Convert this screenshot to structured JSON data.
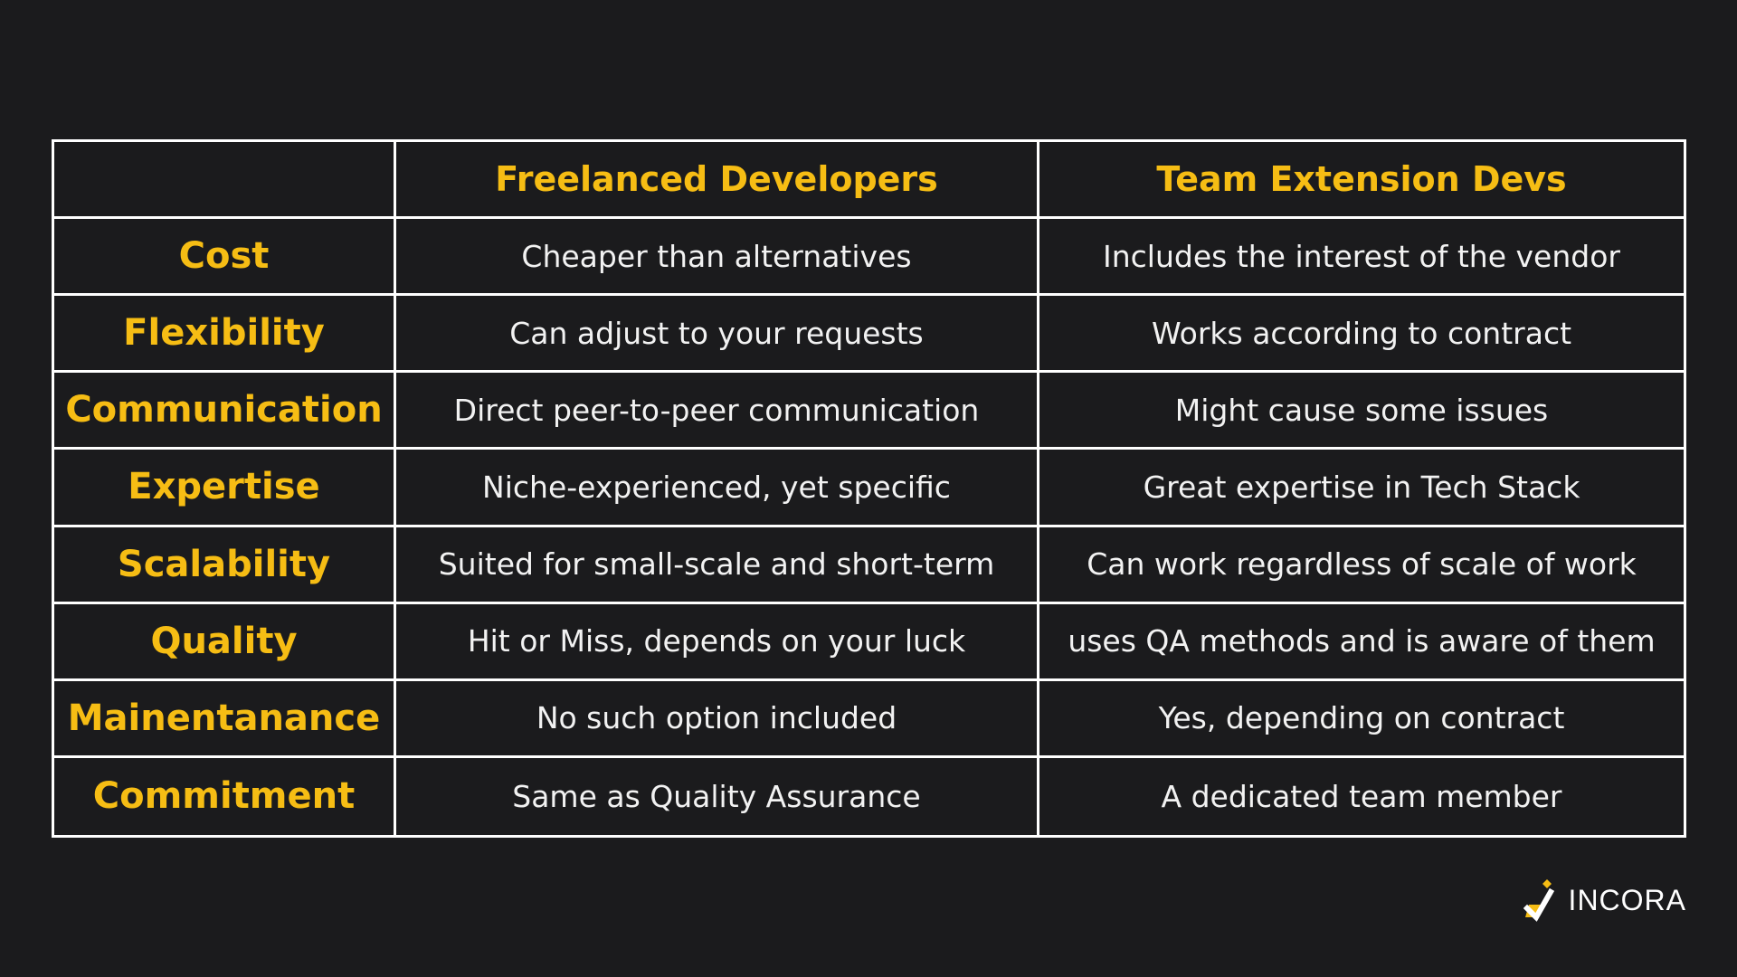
{
  "columns": {
    "corner": "",
    "freelance": "Freelanced Developers",
    "extension": "Team Extension Devs"
  },
  "rows": [
    {
      "label": "Cost",
      "freelance": "Cheaper than alternatives",
      "extension": "Includes the interest of the vendor"
    },
    {
      "label": "Flexibility",
      "freelance": "Can adjust to your requests",
      "extension": "Works according to contract"
    },
    {
      "label": "Communication",
      "freelance": "Direct peer-to-peer communication",
      "extension": "Might cause some issues"
    },
    {
      "label": "Expertise",
      "freelance": "Niche-experienced, yet specific",
      "extension": "Great expertise in Tech Stack"
    },
    {
      "label": "Scalability",
      "freelance": "Suited for small-scale and short-term",
      "extension": "Can work regardless of scale of work"
    },
    {
      "label": "Quality",
      "freelance": "Hit or Miss, depends on your luck",
      "extension": "uses QA methods and is aware of them"
    },
    {
      "label": "Mainentanance",
      "freelance": "No such option included",
      "extension": "Yes, depending on contract"
    },
    {
      "label": "Commitment",
      "freelance": "Same as Quality Assurance",
      "extension": "A dedicated team member"
    }
  ],
  "logo": {
    "text": "INCORA",
    "icon": "incora-logo-icon"
  },
  "colors": {
    "background": "#1b1b1d",
    "accent": "#f6bd14",
    "text": "#f2f2f2",
    "grid": "#ffffff"
  }
}
